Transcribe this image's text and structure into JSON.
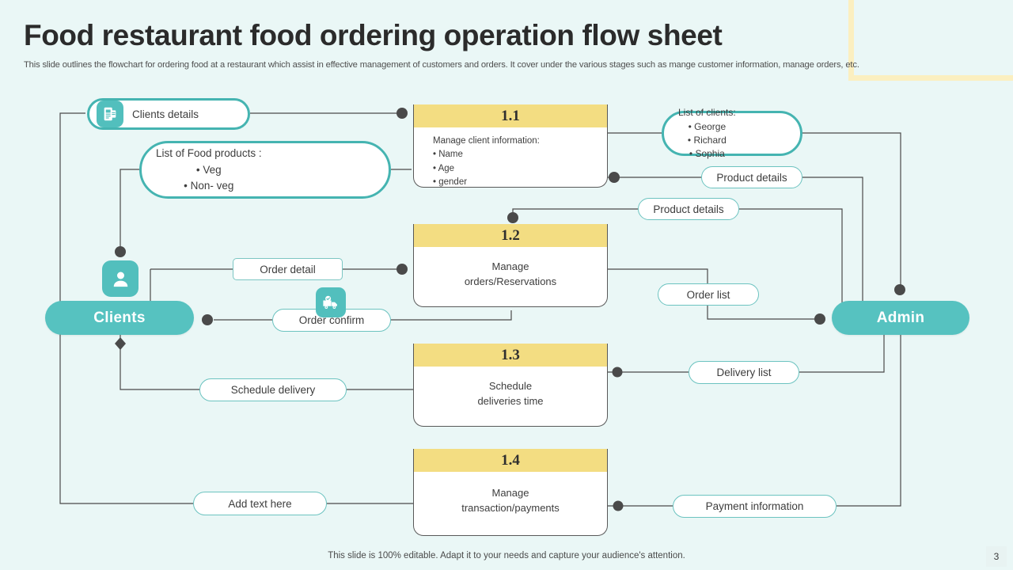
{
  "header": {
    "title": "Food restaurant food ordering operation flow sheet",
    "subtitle": "This slide outlines the flowchart for ordering food at  a restaurant which assist in effective  management of customers and orders. It cover  under the various stages such as mange customer information, manage orders, etc."
  },
  "footer": {
    "note": "This slide is 100% editable. Adapt it to your needs and capture your audience's attention.",
    "page_number": "3"
  },
  "colors": {
    "background": "#eaf7f6",
    "teal": "#52bfbd",
    "teal_border": "#45b4b1",
    "yellow_header": "#f3dd82",
    "deco_frame": "#fbefc0",
    "connector": "#4a4a4a",
    "node_dot": "#4a4a4a"
  },
  "entities": [
    {
      "id": "clients",
      "label": "Clients",
      "icon": "user-icon"
    },
    {
      "id": "admin",
      "label": "Admin"
    }
  ],
  "processes": [
    {
      "id": "p11",
      "number": "1.1",
      "heading": "Manage client information:",
      "items": [
        "Name",
        "Age",
        "gender"
      ],
      "body": ""
    },
    {
      "id": "p12",
      "number": "1.2",
      "heading": "",
      "items": [],
      "body": "Manage\norders/Reservations"
    },
    {
      "id": "p13",
      "number": "1.3",
      "heading": "",
      "items": [],
      "body": "Schedule\ndeliveries time"
    },
    {
      "id": "p14",
      "number": "1.4",
      "heading": "",
      "items": [],
      "body": "Manage\ntransaction/payments"
    }
  ],
  "data_stores": {
    "clients_details": {
      "label": "Clients details",
      "icon": "document-icon"
    },
    "food_products": {
      "heading": "List of Food products :",
      "items": [
        "Veg",
        "Non- veg"
      ]
    },
    "list_of_clients": {
      "heading": "List of clients:",
      "items": [
        "George",
        "Richard",
        "Sophia"
      ]
    },
    "product_details_top": {
      "label": "Product details"
    },
    "product_details_mid": {
      "label": "Product details"
    },
    "order_detail": {
      "label": "Order detail"
    },
    "order_confirm": {
      "label": "Order confirm",
      "icon": "delivery-truck-icon"
    },
    "order_list": {
      "label": "Order list"
    },
    "schedule_delivery": {
      "label": "Schedule delivery"
    },
    "delivery_list": {
      "label": "Delivery list"
    },
    "add_text_here": {
      "label": "Add text here"
    },
    "payment_information": {
      "label": "Payment information"
    }
  }
}
